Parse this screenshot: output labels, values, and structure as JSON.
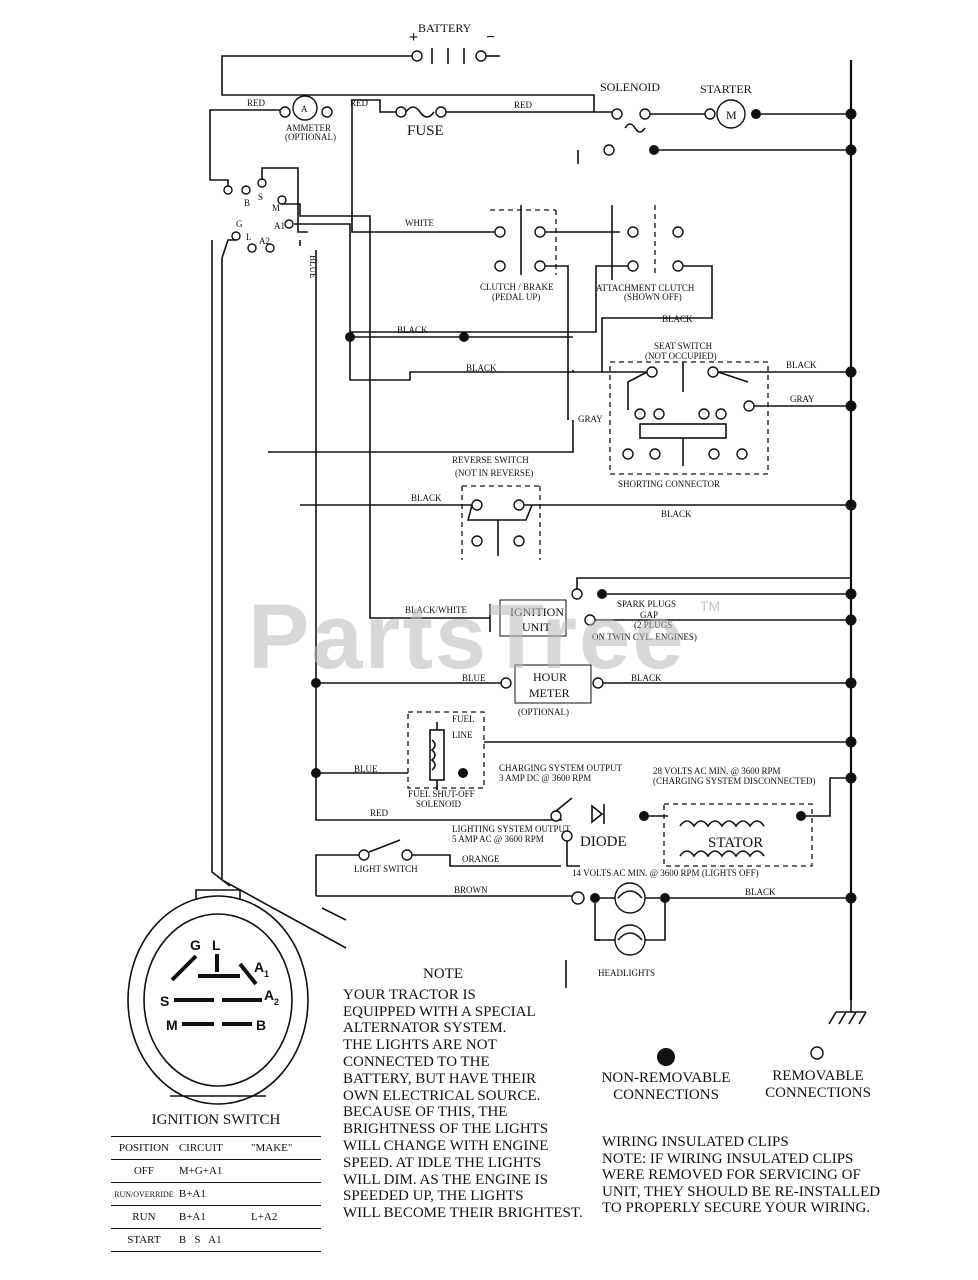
{
  "components": {
    "battery": "BATTERY",
    "battery_plus": "+",
    "battery_minus": "−",
    "solenoid": "SOLENOID",
    "starter": "STARTER",
    "starter_m": "M",
    "ammeter": "AMMETER",
    "ammeter_optional": "(OPTIONAL)",
    "ammeter_a": "A",
    "fuse": "FUSE",
    "clutch_brake": "CLUTCH / BRAKE",
    "clutch_brake_sub": "(PEDAL UP)",
    "attachment_clutch": "ATTACHMENT CLUTCH",
    "attachment_clutch_sub": "(SHOWN OFF)",
    "seat_switch": "SEAT SWITCH",
    "seat_switch_sub": "(NOT OCCUPIED)",
    "shorting_connector": "SHORTING CONNECTOR",
    "reverse_switch": "REVERSE SWITCH",
    "reverse_switch_sub": "(NOT IN REVERSE)",
    "ignition_unit_1": "IGNITION",
    "ignition_unit_2": "UNIT",
    "spark_plugs": "SPARK PLUGS",
    "spark_gap": "GAP",
    "spark_plugs_2": "(2 PLUGS",
    "spark_plugs_3": "ON TWIN CYL. ENGINES)",
    "hour_meter_1": "HOUR",
    "hour_meter_2": "METER",
    "hour_meter_sub": "(OPTIONAL)",
    "fuel_line_1": "FUEL",
    "fuel_line_2": "LINE",
    "fuel_solenoid_1": "FUEL SHUT-OFF",
    "fuel_solenoid_2": "SOLENOID",
    "charging_output_1": "CHARGING SYSTEM OUTPUT",
    "charging_output_2": "3 AMP DC @ 3600 RPM",
    "volts28_1": "28 VOLTS AC MIN. @ 3600 RPM",
    "volts28_2": "(CHARGING SYSTEM DISCONNECTED)",
    "lighting_output_1": "LIGHTING SYSTEM OUTPUT",
    "lighting_output_2": "5 AMP AC @ 3600 RPM",
    "diode": "DIODE",
    "stator": "STATOR",
    "light_switch": "LIGHT SWITCH",
    "volts14": "14 VOLTS AC MIN. @ 3600 RPM (LIGHTS OFF)",
    "headlights": "HEADLIGHTS"
  },
  "wires": {
    "red_1": "RED",
    "red_2": "RED",
    "red_3": "RED",
    "red_4": "RED",
    "white": "WHITE",
    "blue_1": "BLUE",
    "blue_2": "BLUE",
    "blue_3": "BLUE",
    "black_1": "BLACK",
    "black_2": "BLACK",
    "black_3": "BLACK",
    "black_4": "BLACK",
    "black_5": "BLACK",
    "black_6": "BLACK",
    "black_7": "BLACK",
    "black_8": "BLACK",
    "gray_1": "GRAY",
    "gray_2": "GRAY",
    "black_white": "BLACK/WHITE",
    "orange": "ORANGE",
    "brown": "BROWN"
  },
  "ignition_pins": {
    "top": [
      "B",
      "S",
      "M",
      "A1",
      "A2",
      "L",
      "G"
    ],
    "face": [
      "G",
      "L",
      "A",
      "1",
      "S",
      "A",
      "2",
      "M",
      "B"
    ]
  },
  "ignition_switch": {
    "title": "IGNITION SWITCH",
    "headers": [
      "POSITION",
      "CIRCUIT",
      "\"MAKE\""
    ],
    "rows": [
      [
        "OFF",
        "M+G+A1",
        ""
      ],
      [
        "RUN/OVERRIDE",
        "B+A1",
        ""
      ],
      [
        "RUN",
        "B+A1",
        "L+A2"
      ],
      [
        "START",
        "B   S   A1",
        ""
      ]
    ]
  },
  "note": {
    "title": "NOTE",
    "lines": [
      "YOUR TRACTOR IS",
      "EQUIPPED WITH A SPECIAL",
      "ALTERNATOR SYSTEM.",
      "THE LIGHTS ARE NOT",
      "CONNECTED TO THE",
      "BATTERY, BUT HAVE THEIR",
      "OWN ELECTRICAL SOURCE.",
      "BECAUSE OF THIS, THE",
      "BRIGHTNESS OF THE LIGHTS",
      "WILL CHANGE WITH ENGINE",
      "SPEED.  AT IDLE THE LIGHTS",
      "WILL DIM.  AS THE ENGINE IS",
      "SPEEDED UP, THE LIGHTS",
      "WILL BECOME THEIR BRIGHTEST."
    ]
  },
  "legend": {
    "non_removable_1": "NON-REMOVABLE",
    "non_removable_2": "CONNECTIONS",
    "removable_1": "REMOVABLE",
    "removable_2": "CONNECTIONS"
  },
  "clips_note": {
    "lines": [
      "WIRING INSULATED CLIPS",
      "NOTE:  IF WIRING INSULATED CLIPS",
      "WERE REMOVED FOR SERVICING OF",
      "UNIT, THEY SHOULD BE RE-INSTALLED",
      "TO PROPERLY SECURE YOUR WIRING."
    ]
  },
  "watermark": {
    "text": "PartsTree",
    "tm": "TM"
  }
}
